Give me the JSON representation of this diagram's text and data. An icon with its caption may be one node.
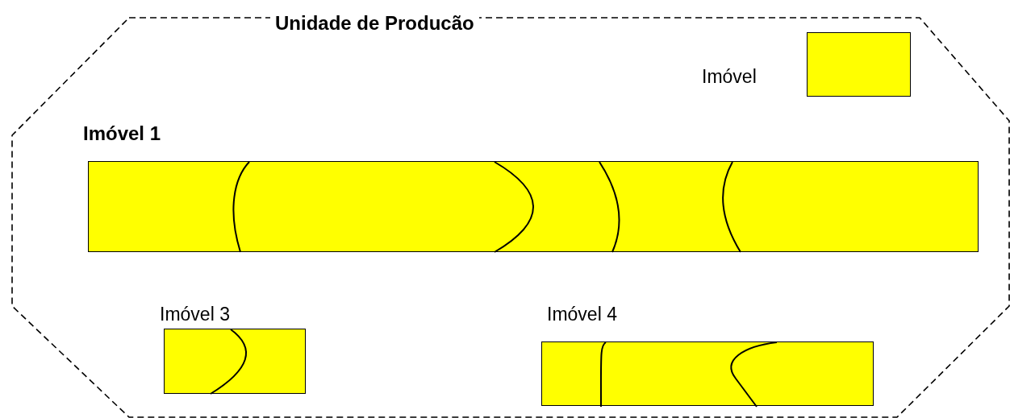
{
  "diagram": {
    "nodes": [
      {
        "text": [
          "Unidade de Producão"
        ]
      },
      {
        "text": [
          "Imóvel 1"
        ],
        "in": 0
      },
      {
        "text": [
          "Imóvel 3"
        ],
        "in": 0
      },
      {
        "text": [
          "Imóvel 4"
        ],
        "in": 0
      }
    ],
    "legend": [
      {
        "text": "Imóvel",
        "color": "#ffff00"
      }
    ]
  }
}
